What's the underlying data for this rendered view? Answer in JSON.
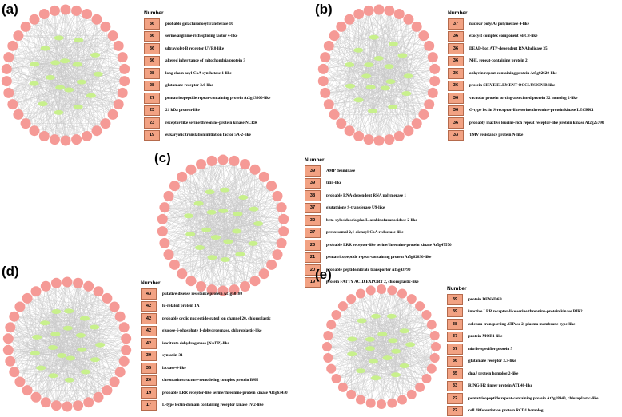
{
  "panels": [
    {
      "label": "(a)",
      "header": "Number",
      "rows": [
        {
          "n": "36",
          "name": "probable galacturonosyltransferase 10"
        },
        {
          "n": "36",
          "name": "serine/arginine-rich splicing factor 4-like"
        },
        {
          "n": "36",
          "name": "ultraviolet-B receptor UVR8-like"
        },
        {
          "n": "36",
          "name": "altered inheritance of mitochondria protein 3"
        },
        {
          "n": "28",
          "name": "long chain acyl-CoA synthetase 1-like"
        },
        {
          "n": "28",
          "name": "glutamate receptor 3.6-like"
        },
        {
          "n": "27",
          "name": "pentatricopeptide repeat-containing protein At2g13600-like"
        },
        {
          "n": "23",
          "name": "21 kDa protein-like"
        },
        {
          "n": "23",
          "name": "receptor-like serine/threonine-protein kinase NCRK"
        },
        {
          "n": "19",
          "name": "eukaryotic translation initiation factor 5A-2-like"
        }
      ]
    },
    {
      "label": "(b)",
      "header": "Number",
      "rows": [
        {
          "n": "37",
          "name": "nuclear poly(A) polymerase 4-like"
        },
        {
          "n": "36",
          "name": "exocyst complex component SEC8-like"
        },
        {
          "n": "36",
          "name": "DEAD-box ATP-dependent RNA helicase 35"
        },
        {
          "n": "36",
          "name": "NHL repeat-containing protein 2"
        },
        {
          "n": "36",
          "name": "ankyrin repeat-containing protein At5g02620-like"
        },
        {
          "n": "36",
          "name": "protein SIEVE ELEMENT OCCLUSION B-like"
        },
        {
          "n": "36",
          "name": "vacuolar protein sorting-associated protein 32 homolog 2-like"
        },
        {
          "n": "36",
          "name": "G-type lectin S-receptor-like serine/threonine-protein kinase LECRK1"
        },
        {
          "n": "36",
          "name": "probably inactive leucine-rich repeat receptor-like protein kinase At2g25790"
        },
        {
          "n": "33",
          "name": "TMV resistance protein N-like"
        }
      ]
    },
    {
      "label": "(c)",
      "header": "Number",
      "rows": [
        {
          "n": "39",
          "name": "AMP deaminase"
        },
        {
          "n": "39",
          "name": "titin-like"
        },
        {
          "n": "38",
          "name": "probable RNA-dependent RNA polymerase 1"
        },
        {
          "n": "37",
          "name": "glutathione S-transferase U9-like"
        },
        {
          "n": "32",
          "name": "beta-xylosidase/alpha-L-arabinofuranosidase 2-like"
        },
        {
          "n": "27",
          "name": "peroxisomal 2,4-dienoyl-CoA reductase-like"
        },
        {
          "n": "23",
          "name": "probable LRR receptor-like serine/threonine-protein kinase At5g47570"
        },
        {
          "n": "21",
          "name": "pentatricopeptide repeat-containing protein At5g62890-like"
        },
        {
          "n": "20",
          "name": "probable peptide/nitrate transporter At5g43790"
        },
        {
          "n": "19",
          "name": "protein FATTY ACID EXPORT 2, chloroplastic-like"
        }
      ]
    },
    {
      "label": "(d)",
      "header": "Number",
      "rows": [
        {
          "n": "43",
          "name": "putative disease resistance protein At1g50180"
        },
        {
          "n": "42",
          "name": "lu-related protein 1A"
        },
        {
          "n": "42",
          "name": "probable cyclic nucleotide-gated ion channel 20, chloroplastic"
        },
        {
          "n": "42",
          "name": "glucose-6-phosphate 1-dehydrogenase, chloroplastic-like"
        },
        {
          "n": "42",
          "name": "isocitrate dehydrogenase [NADP]-like"
        },
        {
          "n": "39",
          "name": "syntaxin-31"
        },
        {
          "n": "35",
          "name": "laccase-6-like"
        },
        {
          "n": "20",
          "name": "chromatin structure-remodeling complex protein BSH"
        },
        {
          "n": "19",
          "name": "probable LRR receptor-like serine/threonine-protein kinase At1g63430"
        },
        {
          "n": "17",
          "name": "L-type lectin-domain containing receptor kinase IV.2-like"
        }
      ]
    },
    {
      "label": "(e)",
      "header": "Number",
      "rows": [
        {
          "n": "39",
          "name": "protein DENND6B"
        },
        {
          "n": "39",
          "name": "inactive LRR receptor-like serine/threonine-protein kinase BIR2"
        },
        {
          "n": "38",
          "name": "calcium-transporting ATPase 2, plasma membrane-type-like"
        },
        {
          "n": "37",
          "name": "protein MOR1-like"
        },
        {
          "n": "37",
          "name": "nitrile-specifier protein 5"
        },
        {
          "n": "36",
          "name": "glutamate receptor 3.3-like"
        },
        {
          "n": "35",
          "name": "dnaJ protein homolog 2-like"
        },
        {
          "n": "33",
          "name": "RING-H2 finger protein ATL40-like"
        },
        {
          "n": "22",
          "name": "pentatricopeptide repeat-containing protein At2g18940, chloroplastic-like"
        },
        {
          "n": "22",
          "name": "cell differentiation protein RCD1 homolog"
        }
      ]
    }
  ],
  "colors": {
    "outer_node": "#f59a96",
    "inner_node": "#c8f08c",
    "edge": "#c8c8c8",
    "count_box": "#f2a283"
  }
}
